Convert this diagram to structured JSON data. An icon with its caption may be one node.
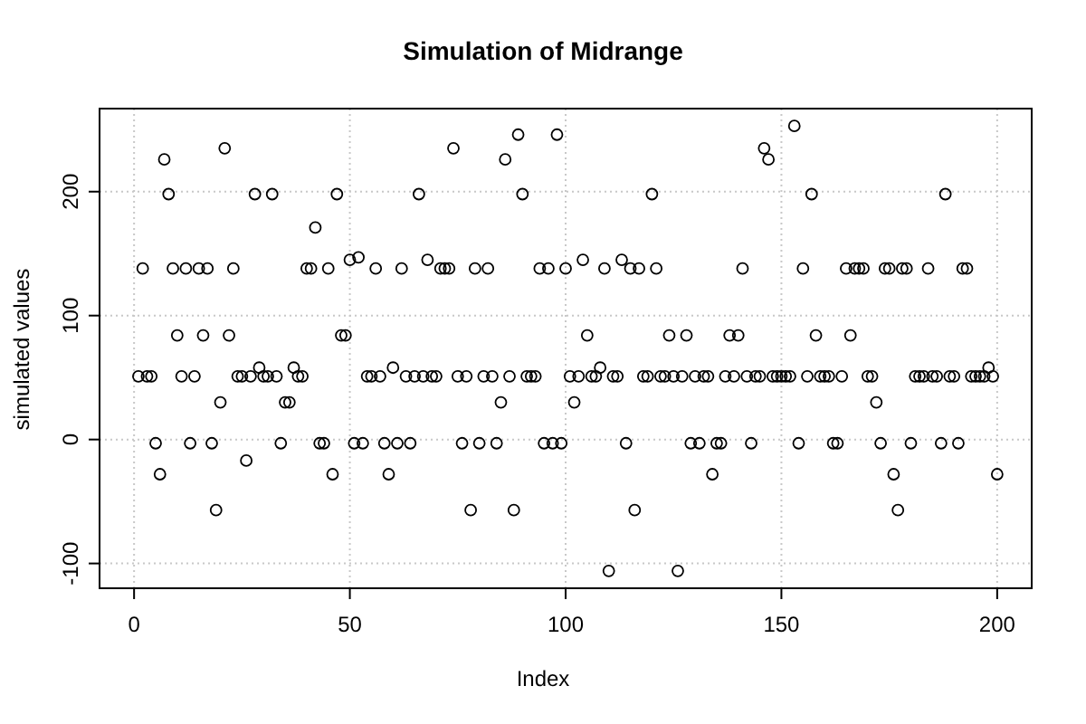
{
  "diagram": {
    "chart_data": {
      "type": "scatter",
      "title": "Simulation of Midrange",
      "xlabel": "Index",
      "ylabel": "simulated values",
      "grid": true,
      "xlim": [
        -8,
        208
      ],
      "ylim": [
        -120,
        267
      ],
      "xticks": [
        0,
        50,
        100,
        150,
        200
      ],
      "yticks": [
        -100,
        0,
        100,
        200
      ],
      "x": [
        1,
        2,
        3,
        4,
        5,
        6,
        7,
        8,
        9,
        10,
        11,
        12,
        13,
        14,
        15,
        16,
        17,
        18,
        19,
        20,
        21,
        22,
        23,
        24,
        25,
        26,
        27,
        28,
        29,
        30,
        31,
        32,
        33,
        34,
        35,
        36,
        37,
        38,
        39,
        40,
        41,
        42,
        43,
        44,
        45,
        46,
        47,
        48,
        49,
        50,
        51,
        52,
        53,
        54,
        55,
        56,
        57,
        58,
        59,
        60,
        61,
        62,
        63,
        64,
        65,
        66,
        67,
        68,
        69,
        70,
        71,
        72,
        73,
        74,
        75,
        76,
        77,
        78,
        79,
        80,
        81,
        82,
        83,
        84,
        85,
        86,
        87,
        88,
        89,
        90,
        91,
        92,
        93,
        94,
        95,
        96,
        97,
        98,
        99,
        100,
        101,
        102,
        103,
        104,
        105,
        106,
        107,
        108,
        109,
        110,
        111,
        112,
        113,
        114,
        115,
        116,
        117,
        118,
        119,
        120,
        121,
        122,
        123,
        124,
        125,
        126,
        127,
        128,
        129,
        130,
        131,
        132,
        133,
        134,
        135,
        136,
        137,
        138,
        139,
        140,
        141,
        142,
        143,
        144,
        145,
        146,
        147,
        148,
        149,
        150,
        151,
        152,
        153,
        154,
        155,
        156,
        157,
        158,
        159,
        160,
        161,
        162,
        163,
        164,
        165,
        166,
        167,
        168,
        169,
        170,
        171,
        172,
        173,
        174,
        175,
        176,
        177,
        178,
        179,
        180,
        181,
        182,
        183,
        184,
        185,
        186,
        187,
        188,
        189,
        190,
        191,
        192,
        193,
        194,
        195,
        196,
        197,
        198,
        199,
        200
      ],
      "series": [
        {
          "color": "#000000",
          "values": [
            51,
            138,
            51,
            51,
            -3,
            -28,
            226,
            198,
            138,
            84,
            51,
            138,
            -3,
            51,
            138,
            84,
            138,
            -3,
            -57,
            30,
            235,
            84,
            138,
            51,
            51,
            -17,
            51,
            198,
            58,
            51,
            51,
            198,
            51,
            -3,
            30,
            30,
            58,
            51,
            51,
            138,
            138,
            171,
            -3,
            -3,
            138,
            -28,
            198,
            84,
            84,
            145,
            -3,
            147,
            -3,
            51,
            51,
            138,
            51,
            -3,
            -28,
            58,
            -3,
            138,
            51,
            -3,
            51,
            198,
            51,
            145,
            51,
            51,
            138,
            138,
            138,
            235,
            51,
            -3,
            51,
            -57,
            138,
            -3,
            51,
            138,
            51,
            -3,
            30,
            226,
            51,
            -57,
            246,
            198,
            51,
            51,
            51,
            138,
            -3,
            138,
            -3,
            246,
            -3,
            138,
            51,
            30,
            51,
            145,
            84,
            51,
            51,
            58,
            138,
            -106,
            51,
            51,
            145,
            -3,
            138,
            -57,
            138,
            51,
            51,
            198,
            138,
            51,
            51,
            84,
            51,
            -106,
            51,
            84,
            -3,
            51,
            -3,
            51,
            51,
            -28,
            -3,
            -3,
            51,
            84,
            51,
            84,
            138,
            51,
            -3,
            51,
            51,
            235,
            226,
            51,
            51,
            51,
            51,
            51,
            253,
            -3,
            138,
            51,
            198,
            84,
            51,
            51,
            51,
            -3,
            -3,
            51,
            138,
            84,
            138,
            138,
            138,
            51,
            51,
            30,
            -3,
            138,
            138,
            -28,
            -57,
            138,
            138,
            -3,
            51,
            51,
            51,
            138,
            51,
            51,
            -3,
            198,
            51,
            51,
            -3,
            138,
            138,
            51,
            51,
            51,
            51,
            58,
            51,
            -28
          ]
        }
      ]
    }
  }
}
